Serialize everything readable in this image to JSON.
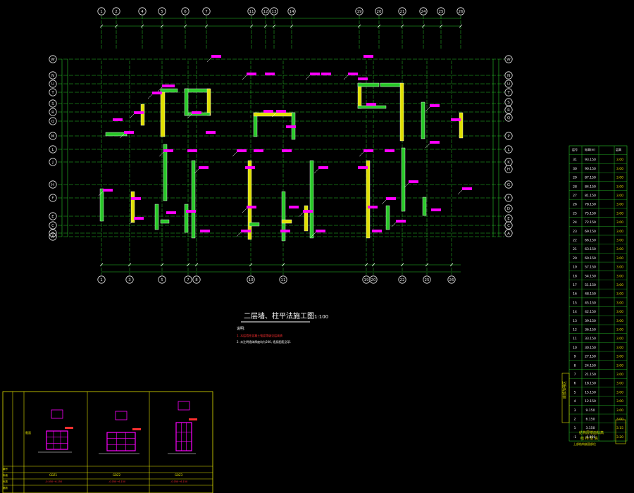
{
  "drawing": {
    "title": "二层墙、柱平法施工图",
    "scale": "1:100",
    "notes_heading": "说明:",
    "note_lines": [
      "1. 本层墙柱混凝土强度等级见层高表",
      "2. 未注明墙体厚度均为200, 墙身配筋见Q1"
    ]
  },
  "grid": {
    "top_labels": [
      "1",
      "2",
      "4",
      "5",
      "6",
      "7",
      "11",
      "12",
      "13",
      "14",
      "19",
      "20",
      "21",
      "24",
      "25",
      "26"
    ],
    "bottom_labels": [
      "1",
      "3",
      "5",
      "7",
      "8",
      "10",
      "11",
      "19",
      "20",
      "22",
      "25",
      "26"
    ],
    "left_labels": [
      "W",
      "N",
      "U",
      "T",
      "S",
      "R",
      "Q",
      "M",
      "L",
      "J",
      "H",
      "F",
      "E",
      "C",
      "B",
      "A"
    ],
    "right_labels": [
      "W",
      "N",
      "U",
      "T",
      "S",
      "R",
      "Q",
      "P",
      "L",
      "K",
      "H",
      "G",
      "F",
      "D",
      "E",
      "C",
      "A"
    ]
  },
  "level_table": {
    "header": [
      "层号",
      "标高(m)",
      "层高"
    ],
    "rows": [
      [
        "31",
        "93.150",
        "3.00"
      ],
      [
        "30",
        "90.150",
        "3.00"
      ],
      [
        "29",
        "87.150",
        "3.00"
      ],
      [
        "28",
        "84.150",
        "3.00"
      ],
      [
        "27",
        "81.150",
        "3.00"
      ],
      [
        "26",
        "78.150",
        "3.00"
      ],
      [
        "25",
        "75.150",
        "3.00"
      ],
      [
        "24",
        "72.150",
        "3.00"
      ],
      [
        "23",
        "69.150",
        "3.00"
      ],
      [
        "22",
        "66.150",
        "3.00"
      ],
      [
        "21",
        "63.150",
        "3.00"
      ],
      [
        "20",
        "60.150",
        "3.00"
      ],
      [
        "19",
        "57.150",
        "3.00"
      ],
      [
        "18",
        "54.150",
        "3.00"
      ],
      [
        "17",
        "51.150",
        "3.00"
      ],
      [
        "16",
        "48.150",
        "3.00"
      ],
      [
        "15",
        "45.150",
        "3.00"
      ],
      [
        "14",
        "42.150",
        "3.00"
      ],
      [
        "13",
        "39.150",
        "3.00"
      ],
      [
        "12",
        "36.150",
        "3.00"
      ],
      [
        "11",
        "33.150",
        "3.00"
      ],
      [
        "10",
        "30.150",
        "3.00"
      ],
      [
        "9",
        "27.150",
        "3.00"
      ],
      [
        "8",
        "24.150",
        "3.00"
      ],
      [
        "7",
        "21.150",
        "3.00"
      ],
      [
        "6",
        "18.150",
        "3.00"
      ],
      [
        "5",
        "15.150",
        "3.00"
      ],
      [
        "4",
        "12.150",
        "3.00"
      ],
      [
        "3",
        "9.150",
        "3.00"
      ],
      [
        "2",
        "6.150",
        "3.00"
      ],
      [
        "1",
        "3.150",
        "3.15"
      ],
      [
        "-1",
        "-0.050",
        "3.20"
      ]
    ],
    "caption": "结构层楼面标高",
    "sub_caption": "结 构 层 高",
    "side_label": "底部加强区",
    "right_label": "上部结构嵌固部位"
  },
  "detail_panel": {
    "col_titles": [
      "GBZ1",
      "GBZ2",
      "GBZ3"
    ],
    "row_labels": [
      "截面",
      "编号",
      "标高",
      "纵筋",
      "箍筋"
    ],
    "row_values": [
      "-0.050~6.150",
      "-0.050~6.150",
      "-0.050~6.150"
    ]
  },
  "colors": {
    "background": "#000000",
    "grid_line": "#28c828",
    "wall": "#e0e000",
    "tag": "#ff00ff",
    "text": "#ffffff",
    "axis_bubble": "#e0e0e0",
    "red": "#ff3030"
  }
}
